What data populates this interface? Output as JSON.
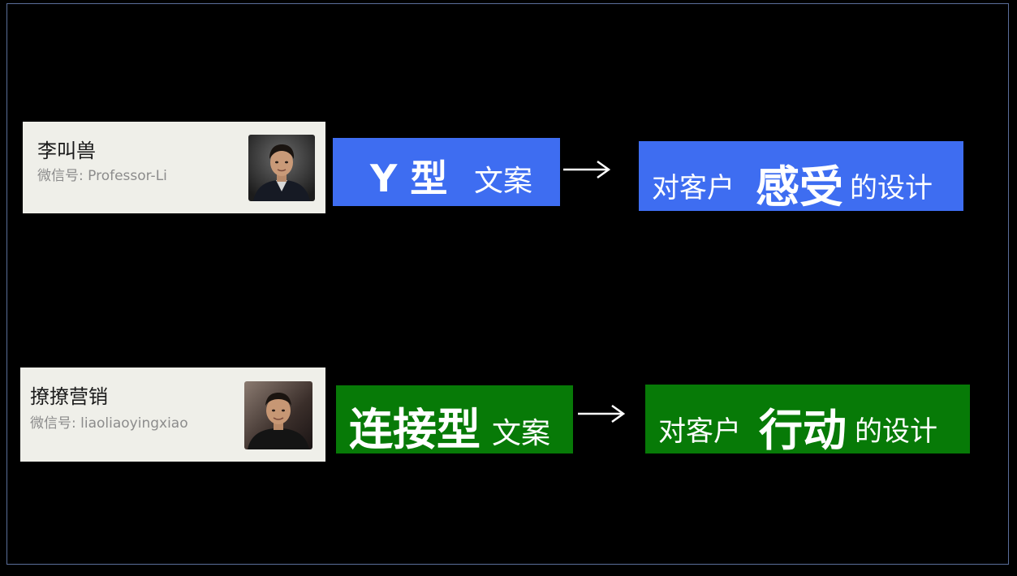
{
  "row1": {
    "card": {
      "name": "李叫兽",
      "wechat": "微信号: Professor-Li"
    },
    "type_box": {
      "big": "Y 型",
      "small": "文案",
      "color": "#3e6df1"
    },
    "design_box": {
      "prefix": "对客户",
      "emphasis": "感受",
      "suffix": "的设计",
      "color": "#3e6df1"
    }
  },
  "row2": {
    "card": {
      "name": "撩撩营销",
      "wechat": "微信号: liaoliaoyingxiao"
    },
    "type_box": {
      "big": "连接型",
      "small": "文案",
      "color": "#077a07"
    },
    "design_box": {
      "prefix": "对客户",
      "emphasis": "行动",
      "suffix": "的设计",
      "color": "#077a07"
    }
  },
  "icons": {
    "arrow": "arrow-right-icon",
    "avatar": "avatar-photo"
  }
}
